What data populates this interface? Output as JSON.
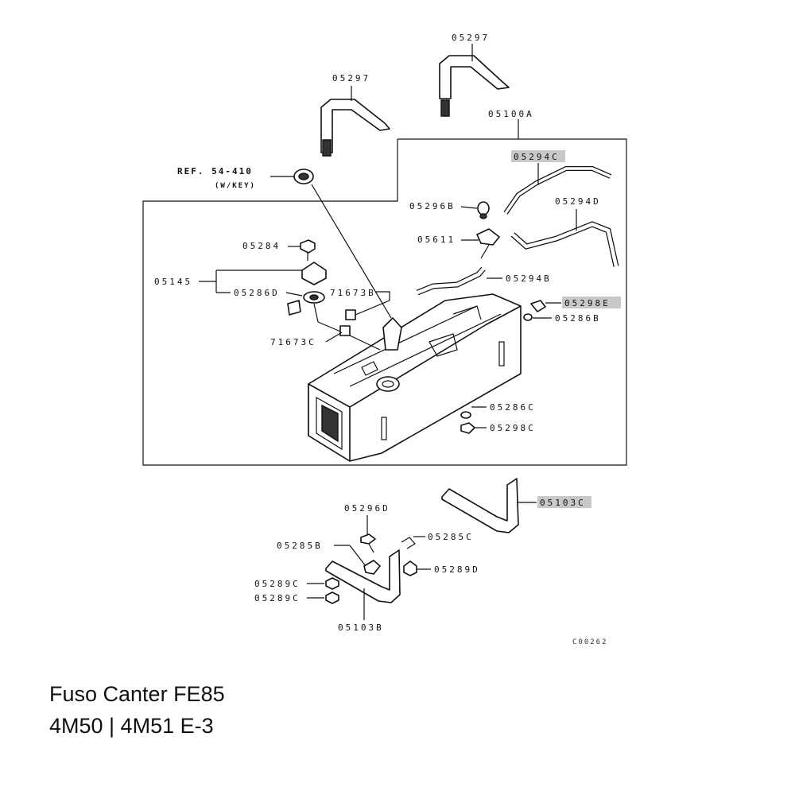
{
  "diagram": {
    "labels": {
      "l05297a": "05297",
      "l05297b": "05297",
      "l05100A": "05100A",
      "lref": "REF. 54-410",
      "lwkey": "(W/KEY)",
      "l05294C": "05294C",
      "l05296B": "05296B",
      "l05294D": "05294D",
      "l05611": "05611",
      "l05284": "05284",
      "l05145": "05145",
      "l05286D": "05286D",
      "l71673B": "71673B",
      "l05294B": "05294B",
      "l05298E": "05298E",
      "l05286B": "05286B",
      "l71673C": "71673C",
      "l05286C": "05286C",
      "l05298C": "05298C",
      "l05103C": "05103C",
      "l05296D": "05296D",
      "l05285C": "05285C",
      "l05285B": "05285B",
      "l05289D": "05289D",
      "l05289Ca": "05289C",
      "l05289Cb": "05289C",
      "l05103B": "05103B",
      "lcode": "C00262"
    }
  },
  "caption": {
    "line1": "Fuso Canter FE85",
    "line2": "4M50 | 4M51 E-3"
  },
  "colors": {
    "highlight": "#c8c8c8",
    "ink": "#111111"
  }
}
